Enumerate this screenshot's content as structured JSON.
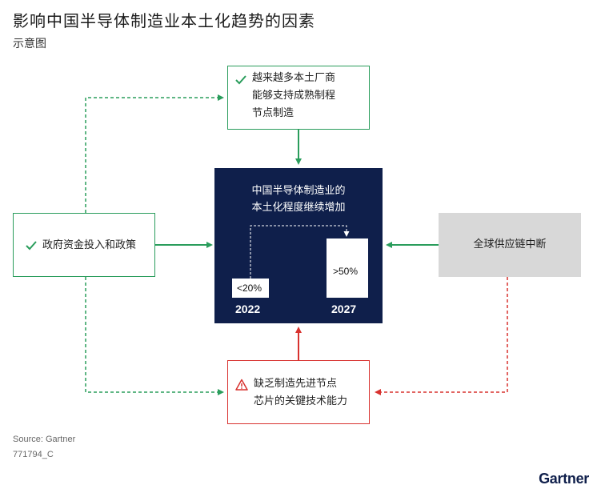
{
  "header": {
    "title": "影响中国半导体制造业本土化趋势的因素",
    "subtitle": "示意图"
  },
  "diagram": {
    "top_box": {
      "lines": [
        "越来越多本土厂商",
        "能够支持成熟制程",
        "节点制造"
      ],
      "icon": "check-icon"
    },
    "left_box": {
      "text": "政府资金投入和政策",
      "icon": "check-icon"
    },
    "right_box": {
      "text": "全球供应链中断"
    },
    "bottom_box": {
      "lines": [
        "缺乏制造先进节点",
        "芯片的关键技术能力"
      ],
      "icon": "warning-icon"
    },
    "center": {
      "lines": [
        "中国半导体制造业的",
        "本土化程度继续增加"
      ],
      "before": {
        "value": "<20%",
        "year": "2022"
      },
      "after": {
        "value": ">50%",
        "year": "2027"
      }
    }
  },
  "footer": {
    "source": "Source: Gartner",
    "doc_id": "771794_C",
    "logo": "Gartner"
  },
  "colors": {
    "positive": "#2a9d5c",
    "negative": "#d8322f",
    "navy": "#0f1f4b",
    "neutral": "#d8d8d8"
  }
}
